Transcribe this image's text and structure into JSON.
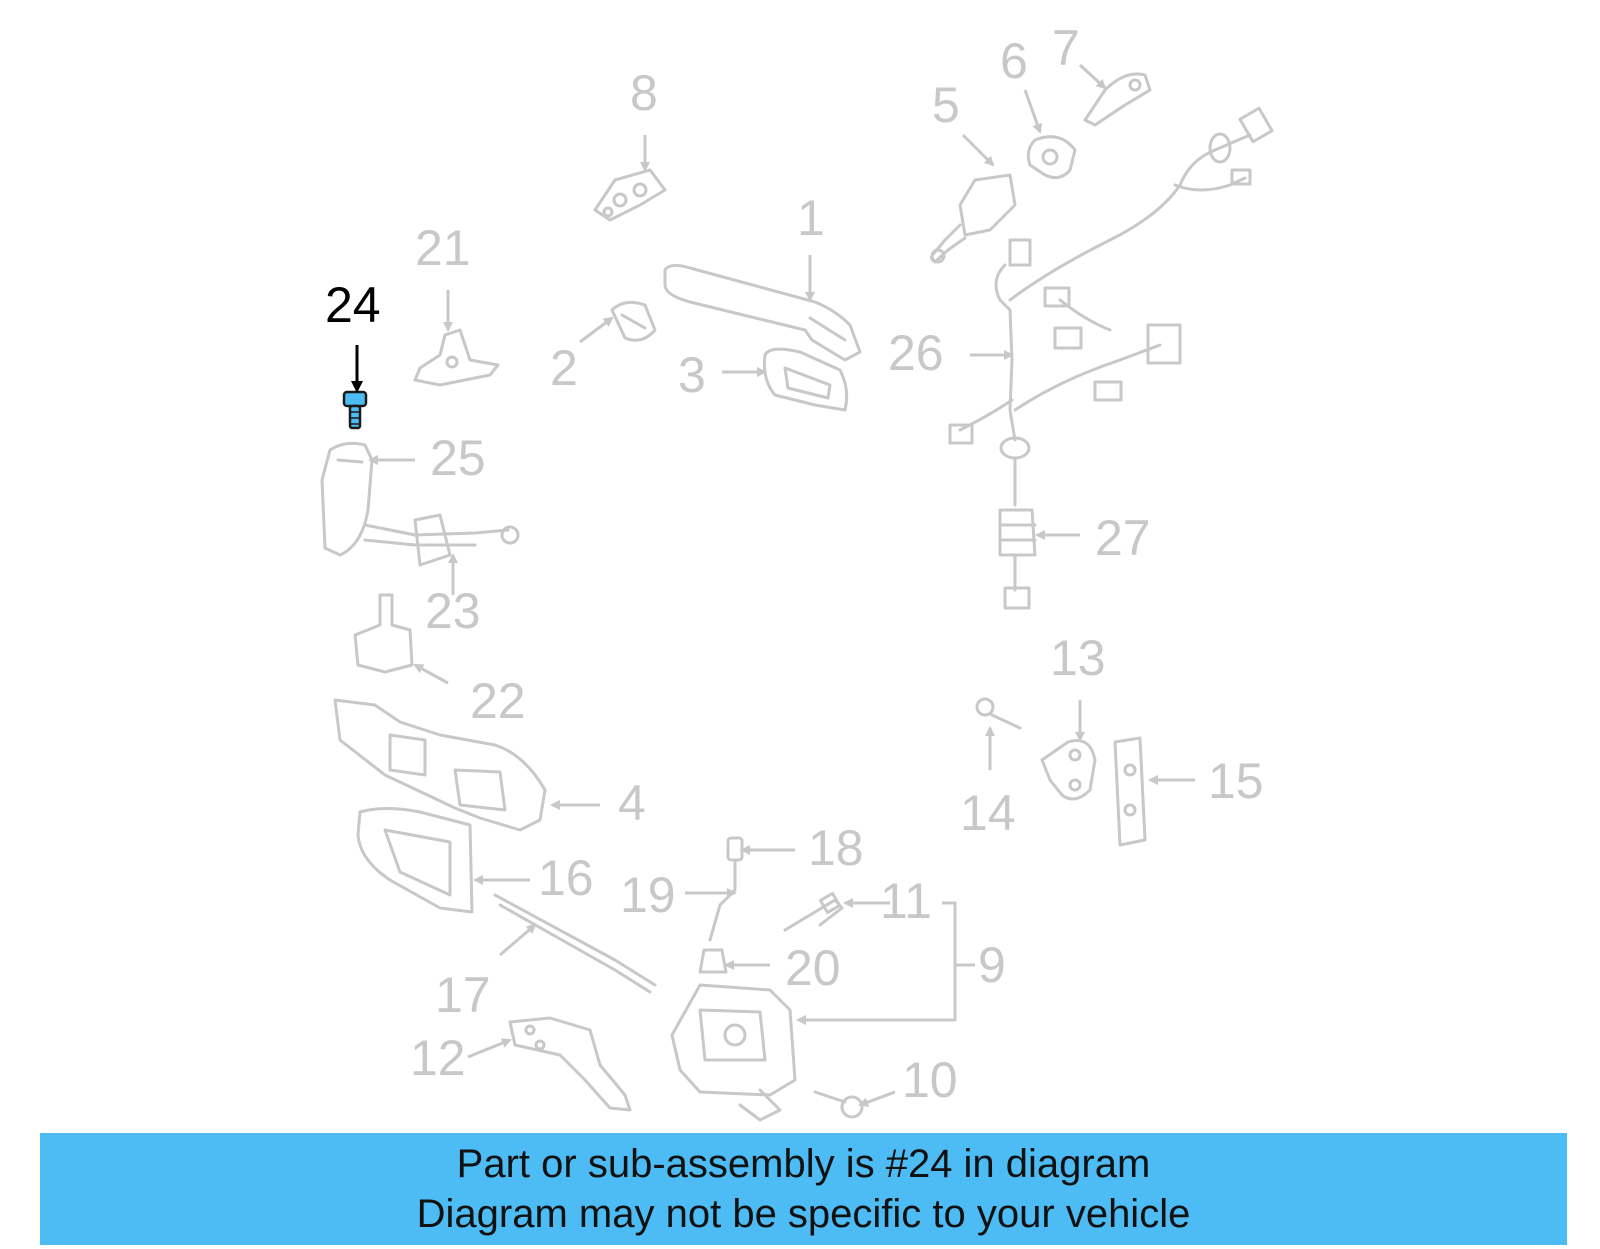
{
  "diagram": {
    "highlighted_callout": "24",
    "callouts": [
      "1",
      "2",
      "3",
      "4",
      "5",
      "6",
      "7",
      "8",
      "9",
      "10",
      "11",
      "12",
      "13",
      "14",
      "15",
      "16",
      "17",
      "18",
      "19",
      "20",
      "21",
      "22",
      "23",
      "24",
      "25",
      "26",
      "27"
    ]
  },
  "banner": {
    "line1": "Part or sub-assembly is #24 in diagram",
    "line2": "Diagram may not be specific to your vehicle"
  },
  "colors": {
    "banner_bg": "#4dbcf5",
    "part_line": "#c8c8c8",
    "highlight_fill": "#4dbcf5",
    "highlight_text": "#000000"
  }
}
